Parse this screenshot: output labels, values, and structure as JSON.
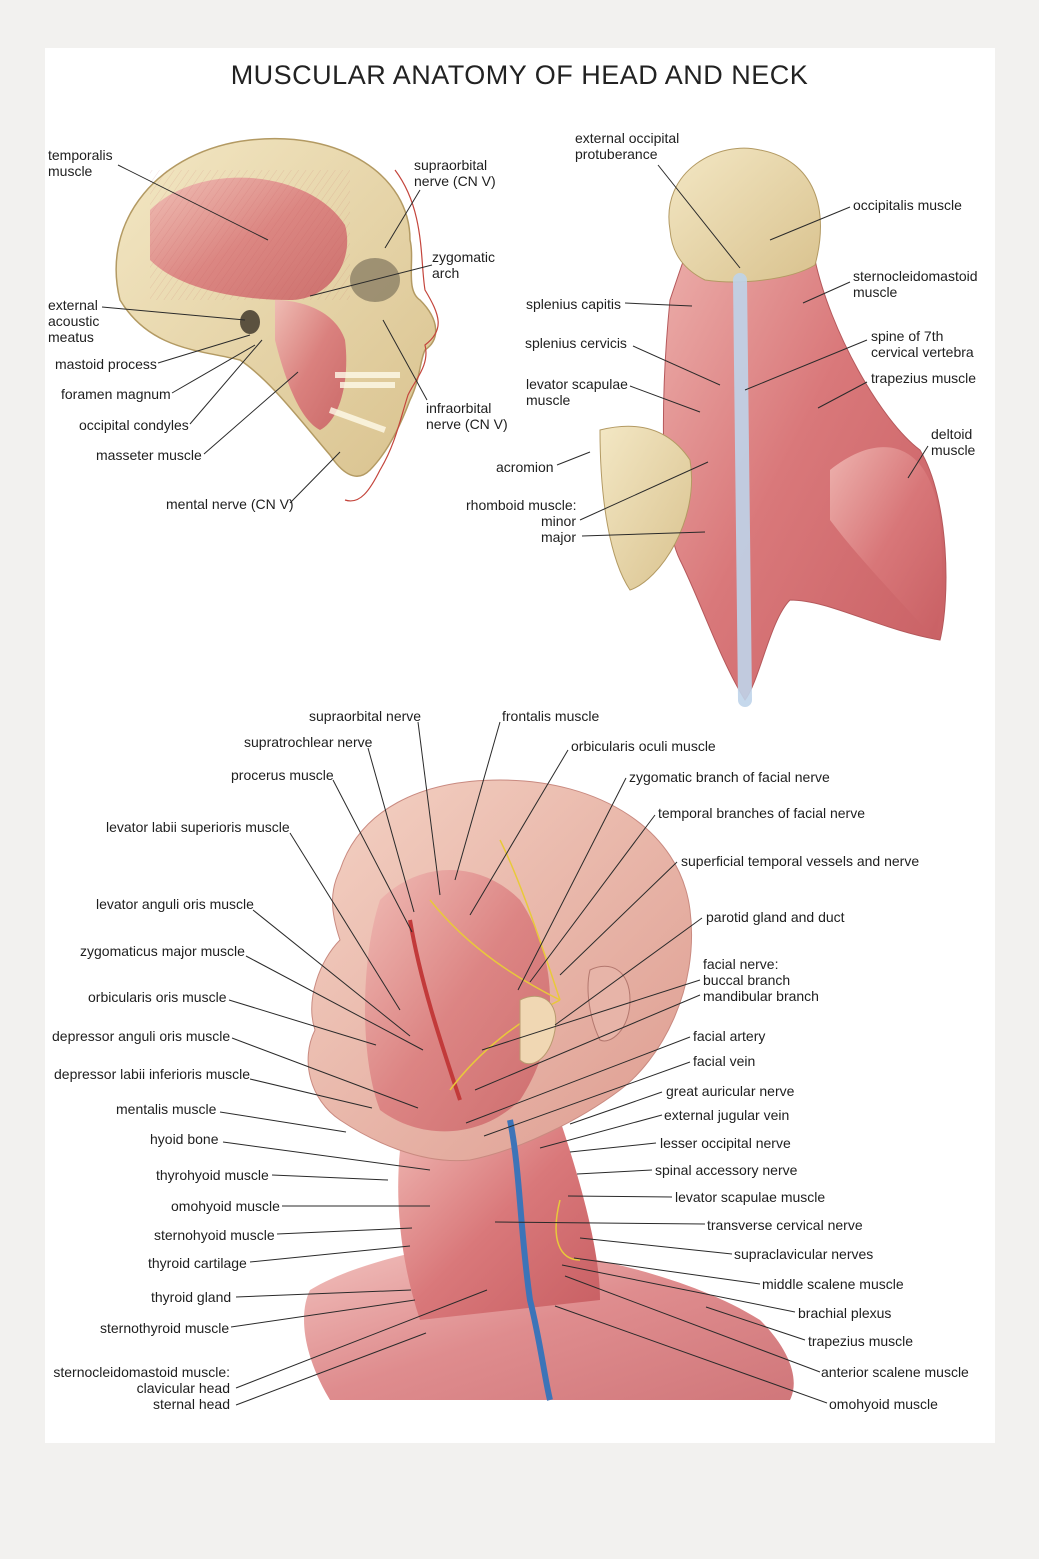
{
  "title": "MUSCULAR ANATOMY OF HEAD AND NECK",
  "colors": {
    "muscle": "#d9787a",
    "muscle_light": "#ecaaa6",
    "bone": "#ead9ae",
    "nerve": "#e8c93a",
    "vein": "#3d74b8",
    "artery": "#c23a3a",
    "leader": "#2a2a2a"
  },
  "skull_view": {
    "labels": {
      "temporalis": [
        "temporalis",
        "muscle"
      ],
      "supraorbital": [
        "supraorbital",
        "nerve (CN V)"
      ],
      "zygomatic": [
        "zygomatic",
        "arch"
      ],
      "external_meatus": [
        "external",
        "acoustic",
        "meatus"
      ],
      "mastoid": [
        "mastoid process"
      ],
      "foramen": [
        "foramen magnum"
      ],
      "condyles": [
        "occipital condyles"
      ],
      "masseter": [
        "masseter muscle"
      ],
      "infraorbital": [
        "infraorbital",
        "nerve (CN V)"
      ],
      "mental": [
        "mental nerve (CN V)"
      ]
    }
  },
  "back_view": {
    "labels": {
      "ext_occ": [
        "external occipital",
        "protuberance"
      ],
      "occipitalis": [
        "occipitalis muscle"
      ],
      "scm": [
        "sternocleidomastoid",
        "muscle"
      ],
      "splenius_capitis": [
        "splenius capitis"
      ],
      "splenius_cervicis": [
        "splenius cervicis"
      ],
      "spine7": [
        "spine of 7th",
        "cervical vertebra"
      ],
      "levator": [
        "levator scapulae",
        "muscle"
      ],
      "trapezius": [
        "trapezius muscle"
      ],
      "deltoid": [
        "deltoid",
        "muscle"
      ],
      "acromion": [
        "acromion"
      ],
      "rhomboid": [
        "rhomboid muscle:",
        "minor",
        "major"
      ]
    }
  },
  "face_view": {
    "labels": {
      "supraorbital_nerve": "supraorbital nerve",
      "frontalis": "frontalis muscle",
      "supratrochlear": "supratrochlear nerve",
      "orbicularis_oculi": "orbicularis oculi muscle",
      "procerus": "procerus muscle",
      "zygomatic_branch": "zygomatic branch of facial nerve",
      "temporal_branches": "temporal branches of facial nerve",
      "levator_labii": "levator labii superioris muscle",
      "superficial_temporal": "superficial temporal vessels and nerve",
      "levator_anguli": "levator anguli oris muscle",
      "parotid": "parotid gland and duct",
      "zygomaticus_major": "zygomaticus major muscle",
      "facial_nerve": [
        "facial nerve:",
        "buccal branch",
        "mandibular branch"
      ],
      "orbicularis_oris": "orbicularis oris muscle",
      "depressor_anguli": "depressor anguli oris muscle",
      "facial_artery": "facial artery",
      "facial_vein": "facial vein",
      "depressor_labii": "depressor labii inferioris muscle",
      "great_auricular": "great auricular nerve",
      "mentalis": "mentalis muscle",
      "external_jugular": "external jugular vein",
      "hyoid": "hyoid bone",
      "lesser_occipital": "lesser occipital nerve",
      "spinal_accessory": "spinal accessory nerve",
      "thyrohyoid": "thyrohyoid muscle",
      "levator_scapulae": "levator scapulae muscle",
      "omohyoid_left": "omohyoid muscle",
      "transverse_cervical": "transverse cervical nerve",
      "sternohyoid": "sternohyoid muscle",
      "supraclavicular": "supraclavicular nerves",
      "thyroid_cartilage": "thyroid cartilage",
      "middle_scalene": "middle scalene muscle",
      "thyroid_gland": "thyroid gland",
      "brachial_plexus": "brachial plexus",
      "sternothyroid": "sternothyroid muscle",
      "trapezius": "trapezius muscle",
      "scm_heads": [
        "sternocleidomastoid muscle:",
        "clavicular head",
        "sternal head"
      ],
      "anterior_scalene": "anterior scalene muscle",
      "omohyoid_right": "omohyoid muscle"
    }
  }
}
